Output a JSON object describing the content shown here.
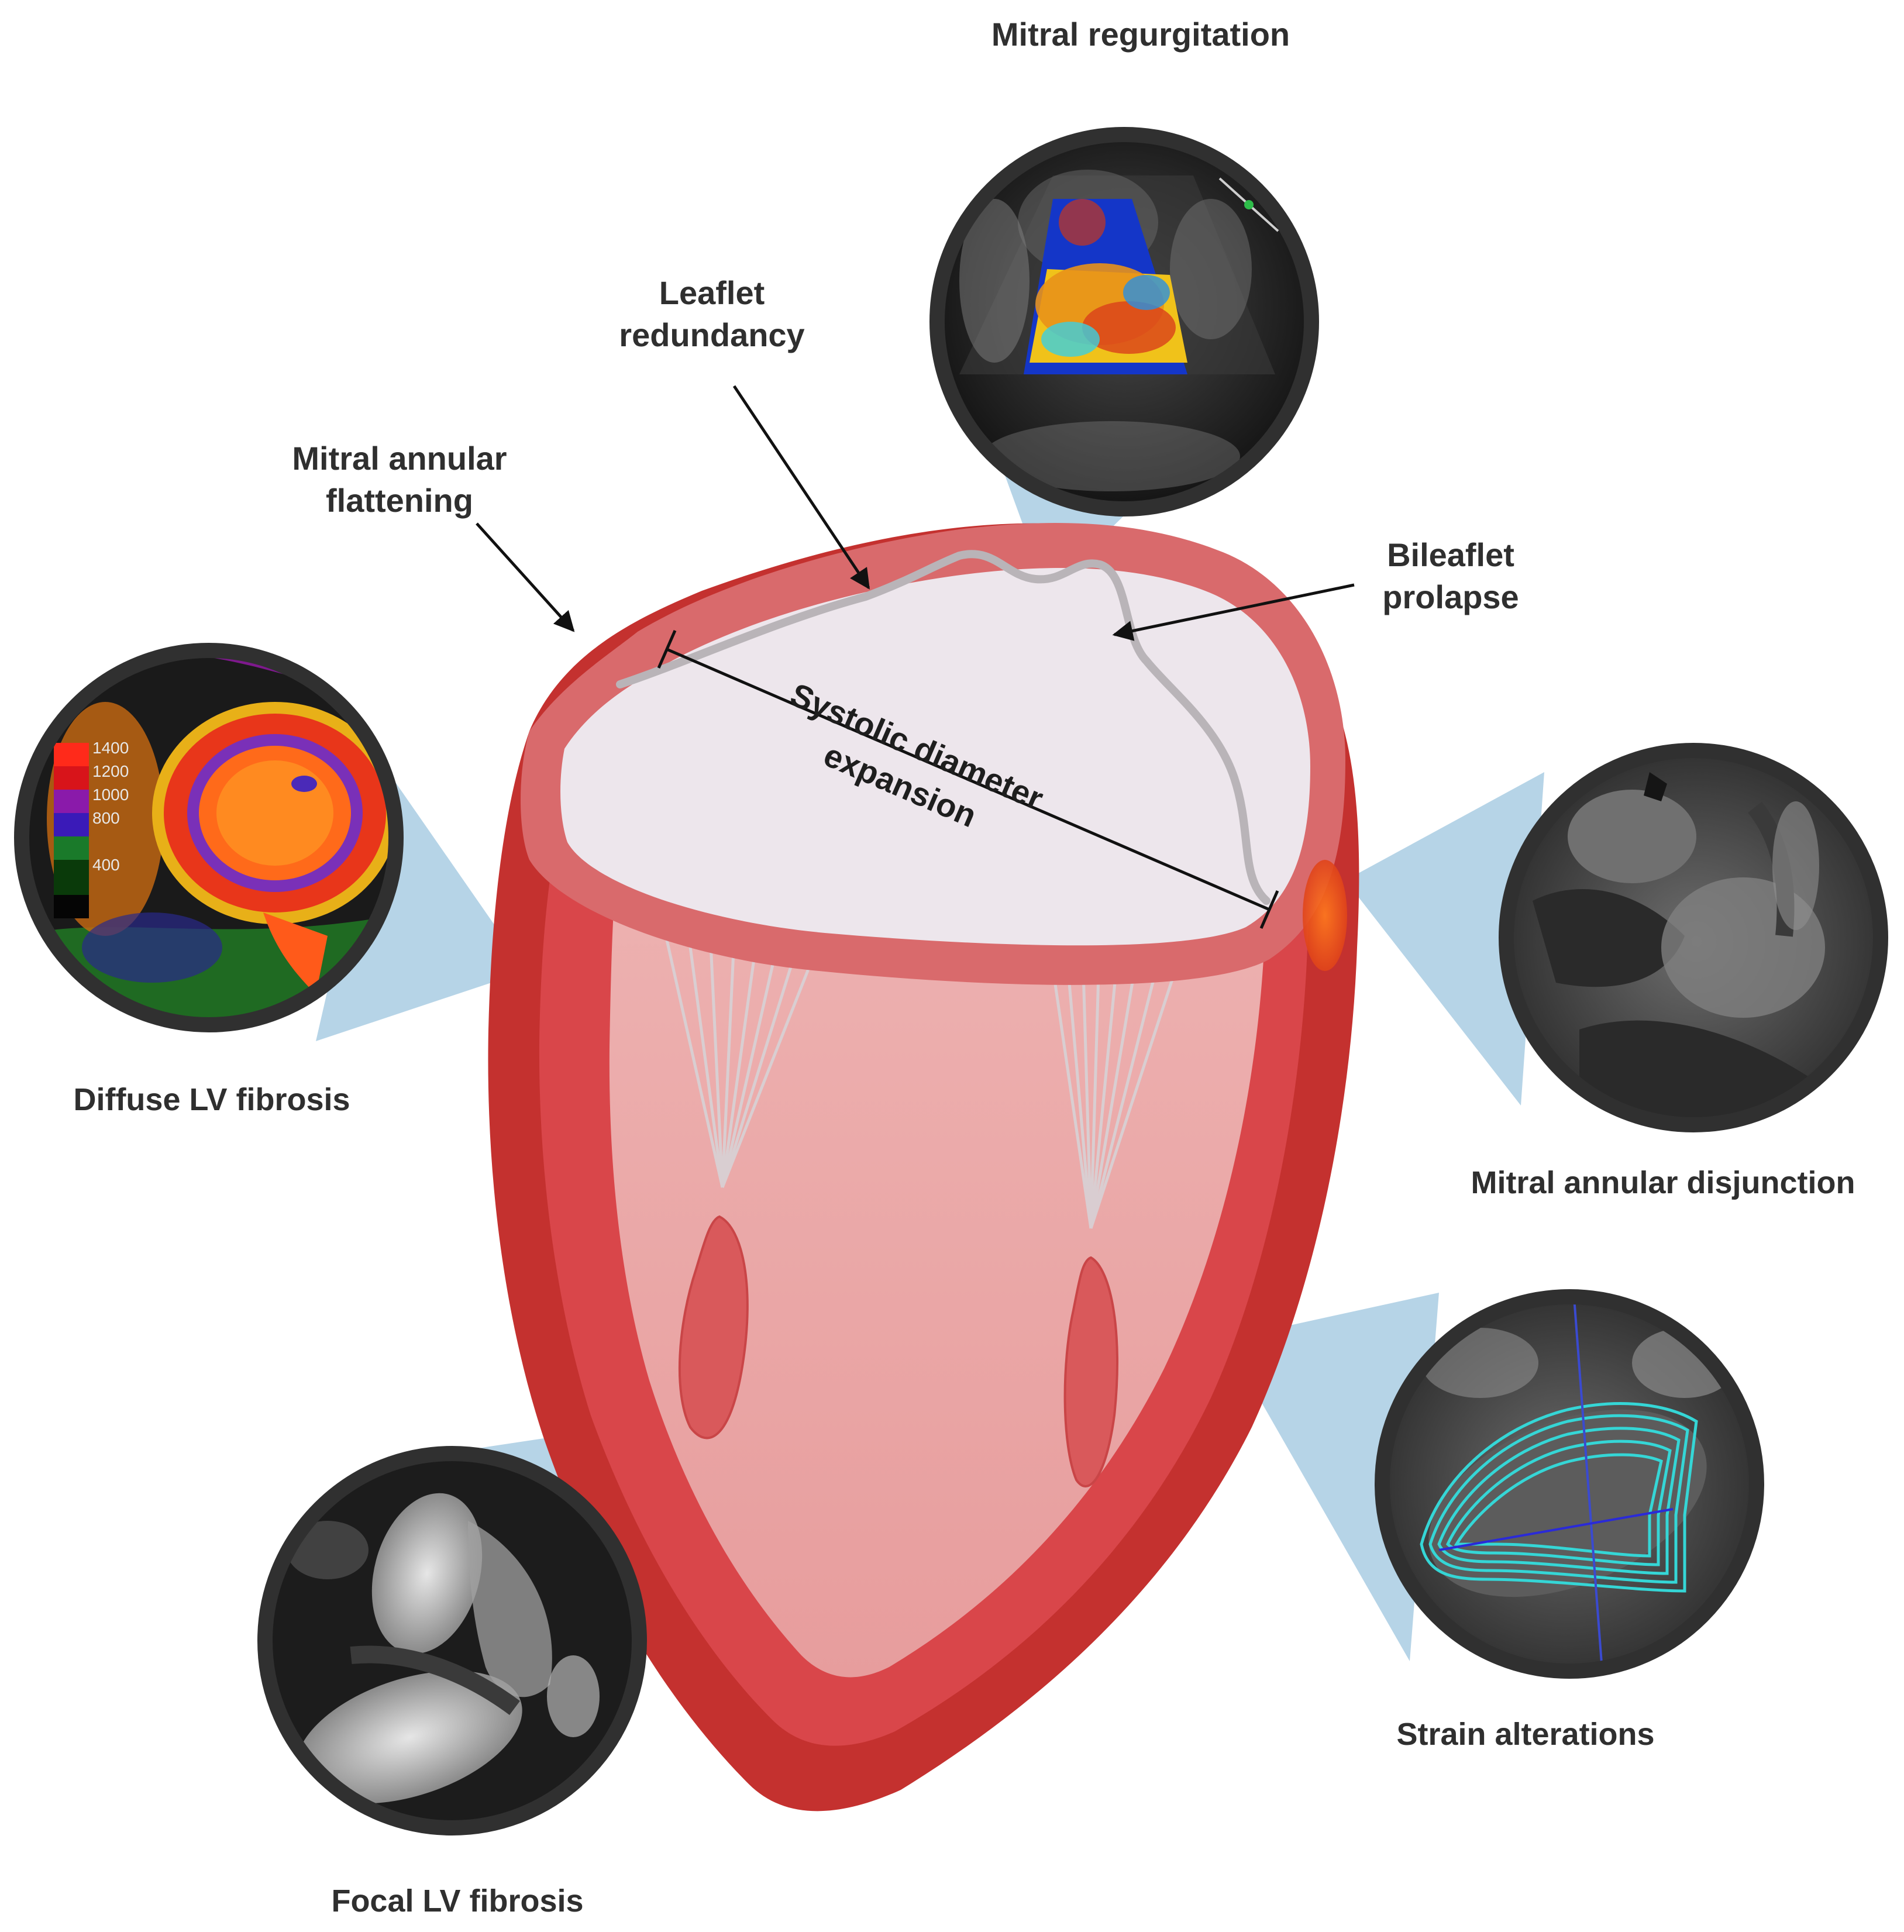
{
  "labels": {
    "mitral_regurgitation": "Mitral regurgitation",
    "leaflet_redundancy": [
      "Leaflet",
      "redundancy"
    ],
    "mitral_annular_flattening": [
      "Mitral annular",
      "flattening"
    ],
    "bileaflet_prolapse": [
      "Bileaflet",
      "prolapse"
    ],
    "systolic_diameter_expansion": [
      "Systolic diameter",
      "expansion"
    ],
    "diffuse_lv_fibrosis": "Diffuse LV fibrosis",
    "mitral_annular_disjunction": "Mitral annular disjunction",
    "strain_alterations": "Strain alterations",
    "focal_lv_fibrosis": "Focal LV fibrosis"
  },
  "t1_map_scale": [
    "1400",
    "1200",
    "1000",
    "800",
    "400"
  ],
  "colors": {
    "myocardium_outer": "#c4312f",
    "myocardium_mid": "#d9464a",
    "annulus_rim": "#d96a6c",
    "cavity": "#eba9a8",
    "valve_plane": "#ede6ec",
    "leaflet_line": "#b9b4b8",
    "callout_wedge": "#a9cde3",
    "lens_border": "#303030",
    "strain_contour": "#35d6d6"
  }
}
